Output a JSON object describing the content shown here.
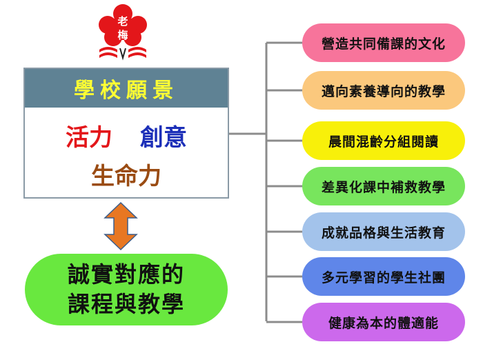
{
  "logo": {
    "text_top": "老",
    "text_bottom": "梅"
  },
  "vision": {
    "title": "學校願景",
    "word1": "活力",
    "word2": "創意",
    "word3": "生命力"
  },
  "teaching": {
    "line1": "誠實對應的",
    "line2": "課程與教學"
  },
  "colors": {
    "header_bg": "#5f8294",
    "header_text": "#ffff33",
    "word1": "#e3161a",
    "word2": "#1c2fb8",
    "word3": "#9a4b12",
    "teaching_bg": "#69e83f",
    "arrow": "#e87722"
  },
  "items": [
    {
      "label": "營造共同備課的文化",
      "color": "#f7749b"
    },
    {
      "label": "邁向素養導向的教學",
      "color": "#fbc87d"
    },
    {
      "label": "晨間混齡分組閱讀",
      "color": "#f8f00a"
    },
    {
      "label": "差異化課中補救教學",
      "color": "#78e55d"
    },
    {
      "label": "成就品格與生活教育",
      "color": "#a3c3eb"
    },
    {
      "label": "多元學習的學生社團",
      "color": "#5f86e9"
    },
    {
      "label": "健康為本的體適能",
      "color": "#cc69ec"
    }
  ]
}
